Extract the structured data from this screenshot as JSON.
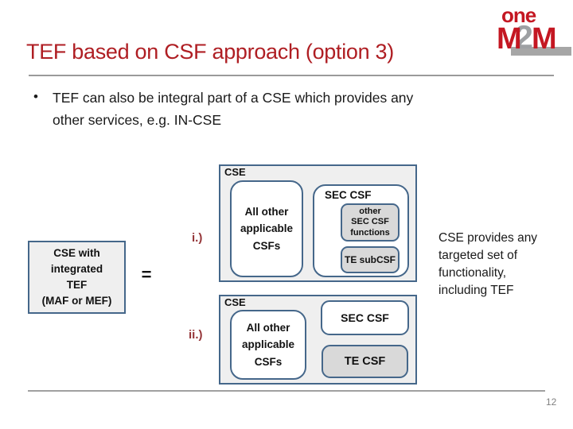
{
  "slide": {
    "title": "TEF based on CSF approach (option 3)",
    "bullet_marker": "•",
    "bullet": "TEF can also be integral part of a CSE which provides any\nother services, e.g. IN-CSE",
    "page_number": "12"
  },
  "logo": {
    "one": "one",
    "m1": "M",
    "two": "2",
    "m2": "M"
  },
  "diagram": {
    "left_box_text": "CSE with\nintegrated\nTEF\n(MAF or MEF)",
    "equals": "=",
    "case_i": {
      "label": "i.)",
      "cse_label": "CSE",
      "all_other": "All other\napplicable\nCSFs",
      "sec_csf_label": "SEC CSF",
      "other_sec_functions": "other\nSEC CSF\nfunctions",
      "te_subcsf": "TE subCSF"
    },
    "case_ii": {
      "label": "ii.)",
      "cse_label": "CSE",
      "all_other": "All other\napplicable\nCSFs",
      "sec_csf_label": "SEC CSF",
      "te_csf": "TE CSF"
    },
    "right_note": "CSE provides any\ntargeted set of\nfunctionality,\nincluding TEF"
  },
  "colors": {
    "title_red": "#AF1E23",
    "case_label_red": "#943437",
    "border_blue": "#45678A",
    "outer_box_gray": "#EFEFEF",
    "inner_box_gray": "#D9D9D9",
    "logo_red": "#C41722",
    "logo_gray": "#A6A6A6",
    "rule_gray": "#9A9A9A"
  }
}
